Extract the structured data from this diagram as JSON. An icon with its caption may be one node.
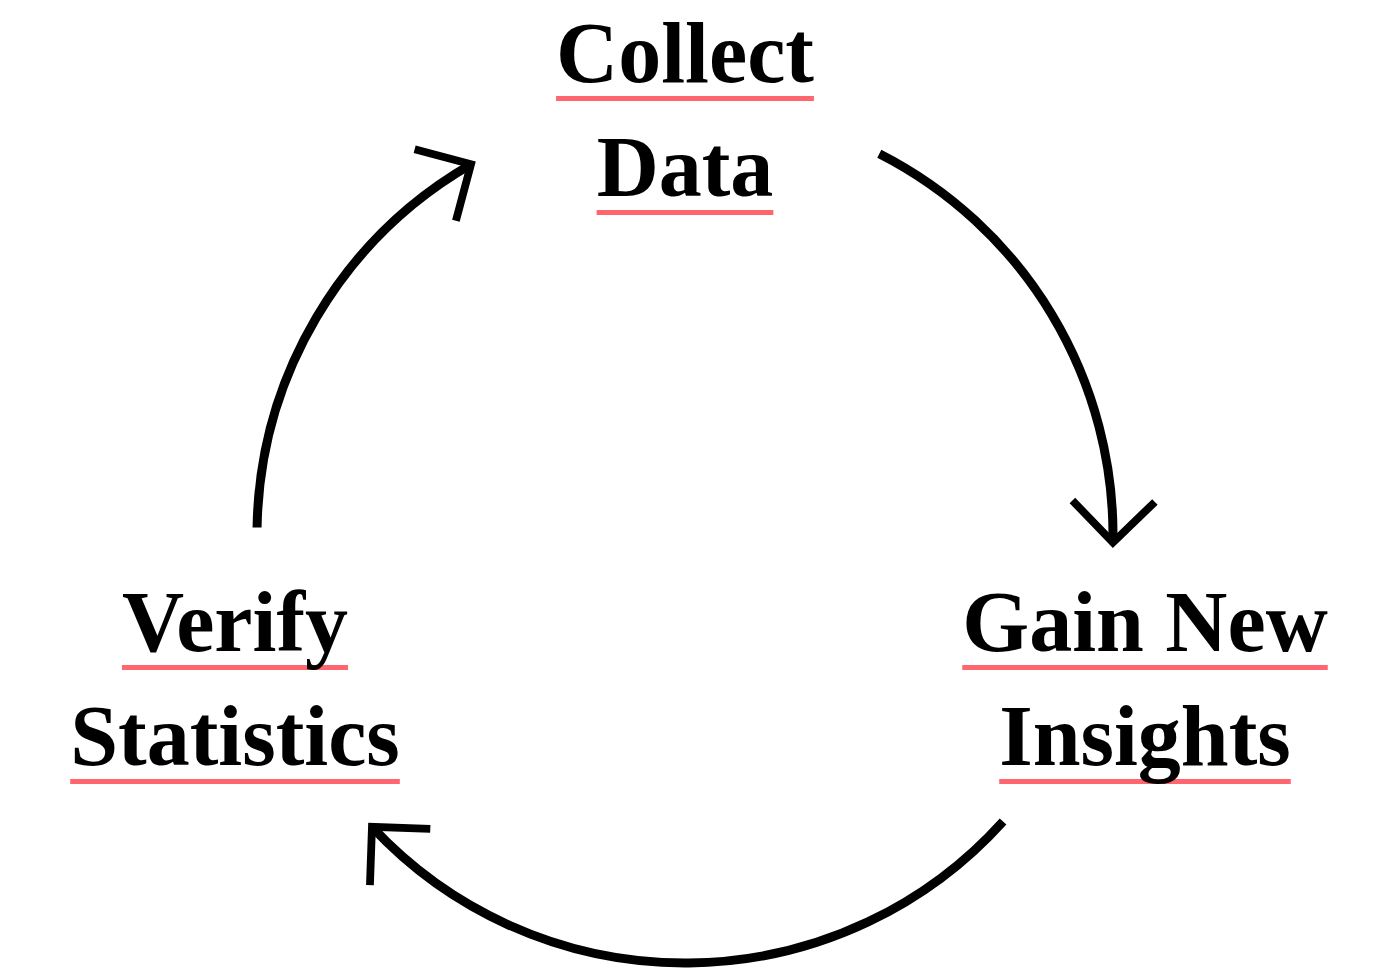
{
  "diagram": {
    "nodes": [
      {
        "text": [
          "Collect Data"
        ]
      },
      {
        "text": [
          "Gain New Insights"
        ]
      },
      {
        "text": [
          "Verify Statistics"
        ]
      }
    ],
    "edges": [
      {
        "from": 0,
        "to": 1,
        "arrow": "to"
      },
      {
        "from": 1,
        "to": 2,
        "arrow": "to"
      },
      {
        "from": 2,
        "to": 0,
        "arrow": "to"
      }
    ]
  }
}
